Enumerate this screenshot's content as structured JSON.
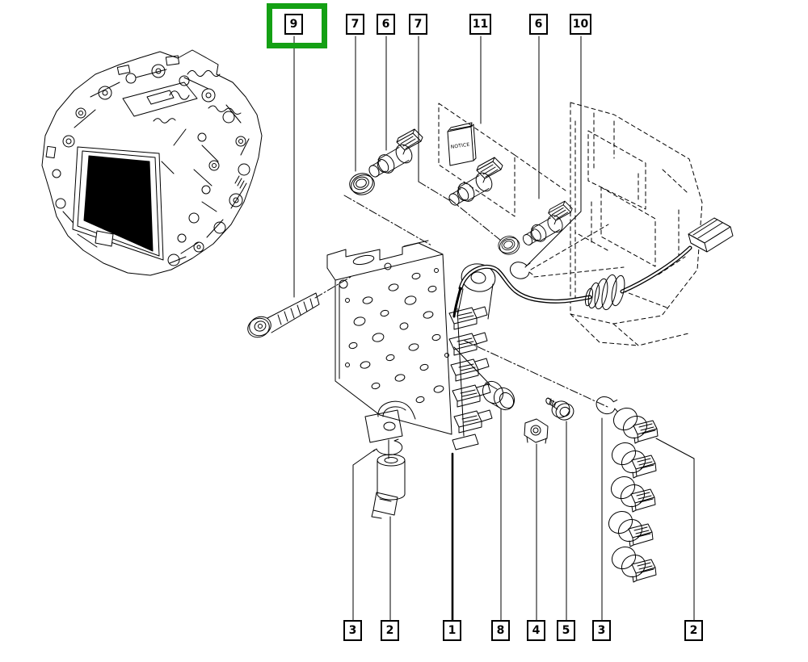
{
  "callouts": {
    "top": [
      {
        "label": "9",
        "selected": true
      },
      {
        "label": "7",
        "selected": false
      },
      {
        "label": "6",
        "selected": false
      },
      {
        "label": "7",
        "selected": false
      },
      {
        "label": "11",
        "selected": false
      },
      {
        "label": "6",
        "selected": false
      },
      {
        "label": "10",
        "selected": false
      }
    ],
    "bottom": [
      {
        "label": "3"
      },
      {
        "label": "2"
      },
      {
        "label": "1"
      },
      {
        "label": "8"
      },
      {
        "label": "4"
      },
      {
        "label": "5"
      },
      {
        "label": "3"
      },
      {
        "label": "2"
      }
    ]
  },
  "highlight_color": "#14A014",
  "line_color": "#000000",
  "booklet_label": "NOTICE"
}
